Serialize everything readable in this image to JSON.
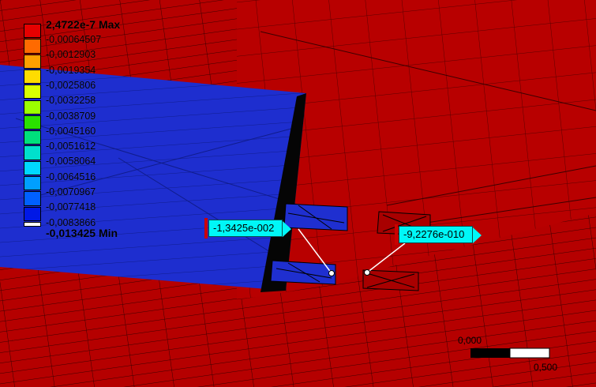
{
  "legend": {
    "max_label": "2,4722e-7 Max",
    "min_label": "-0,013425 Min",
    "levels": [
      "-0,00064507",
      "-0,0012903",
      "-0,0019354",
      "-0,0025806",
      "-0,0032258",
      "-0,0038709",
      "-0,0045160",
      "-0,0051612",
      "-0,0058064",
      "-0,0064516",
      "-0,0070967",
      "-0,0077418",
      "-0,0083866"
    ],
    "colors": [
      "#e60000",
      "#ff6a00",
      "#ff9f00",
      "#ffdc00",
      "#d9ff00",
      "#9cff00",
      "#2ae000",
      "#00e07c",
      "#00e0cc",
      "#00d7ff",
      "#009fff",
      "#0060ff",
      "#0018e6",
      "#ffffff"
    ]
  },
  "probes": [
    {
      "value": "-1,3425e-002"
    },
    {
      "value": "-9,2276e-010"
    }
  ],
  "scale_bar": {
    "start_label": "0,000",
    "end_label": "0,500"
  },
  "colors": {
    "mesh_red": "#b50000",
    "mesh_blue": "#1f2fd0",
    "probe_fill": "#00f7f7"
  }
}
